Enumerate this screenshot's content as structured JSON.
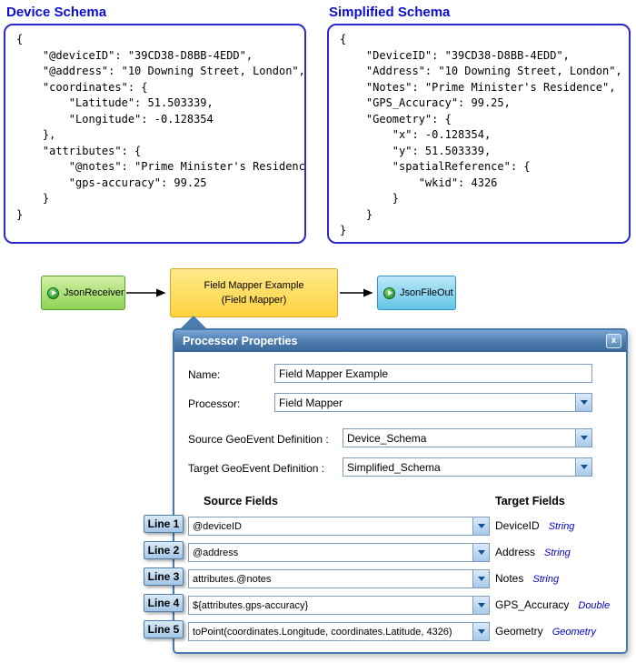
{
  "schemas": {
    "device": {
      "title": "Device Schema",
      "json_lines": [
        "{",
        "    \"@deviceID\": \"39CD38-D8BB-4EDD\",",
        "    \"@address\": \"10 Downing Street, London\",",
        "    \"coordinates\": {",
        "        \"Latitude\": 51.503339,",
        "        \"Longitude\": -0.128354",
        "    },",
        "    \"attributes\": {",
        "        \"@notes\": \"Prime Minister's Residence\",",
        "        \"gps-accuracy\": 99.25",
        "    }",
        "}"
      ]
    },
    "simplified": {
      "title": "Simplified Schema",
      "json_lines": [
        "{",
        "    \"DeviceID\": \"39CD38-D8BB-4EDD\",",
        "    \"Address\": \"10 Downing Street, London\",",
        "    \"Notes\": \"Prime Minister's Residence\",",
        "    \"GPS_Accuracy\": 99.25,",
        "    \"Geometry\": {",
        "        \"x\": -0.128354,",
        "        \"y\": 51.503339,",
        "        \"spatialReference\": {",
        "            \"wkid\": 4326",
        "        }",
        "    }",
        "}"
      ]
    }
  },
  "flow": {
    "receiver_label": "JsonReceiver",
    "mapper_line1": "Field Mapper Example",
    "mapper_line2": "(Field Mapper)",
    "output_label": "JsonFileOut"
  },
  "dialog": {
    "title": "Processor Properties",
    "close_glyph": "x",
    "fields": {
      "name_label": "Name:",
      "name_value": "Field Mapper Example",
      "processor_label": "Processor:",
      "processor_value": "Field Mapper",
      "source_def_label": "Source GeoEvent Definition :",
      "source_def_value": "Device_Schema",
      "target_def_label": "Target GeoEvent Definition :",
      "target_def_value": "Simplified_Schema"
    },
    "columns": {
      "source_header": "Source Fields",
      "target_header": "Target Fields"
    },
    "rows": [
      {
        "line_label": "Line 1",
        "source": "@deviceID",
        "target": "DeviceID",
        "type": "String"
      },
      {
        "line_label": "Line 2",
        "source": "@address",
        "target": "Address",
        "type": "String"
      },
      {
        "line_label": "Line 3",
        "source": "attributes.@notes",
        "target": "Notes",
        "type": "String"
      },
      {
        "line_label": "Line 4",
        "source": "${attributes.gps-accuracy}",
        "target": "GPS_Accuracy",
        "type": "Double"
      },
      {
        "line_label": "Line 5",
        "source": "toPoint(coordinates.Longitude, coordinates.Latitude, 4326)",
        "target": "Geometry",
        "type": "Geometry"
      }
    ]
  },
  "colors": {
    "schema_accent_blue": "#0d0dd0",
    "schema_border_blue": "#2a2ac9",
    "receiver_fill_green": "#8ed254",
    "mapper_fill_yellow": "#ffd94f",
    "output_fill_blue": "#64c6e8",
    "dialog_titlebar_blue": "#4a7aab",
    "type_label_blue": "#0000cc"
  }
}
